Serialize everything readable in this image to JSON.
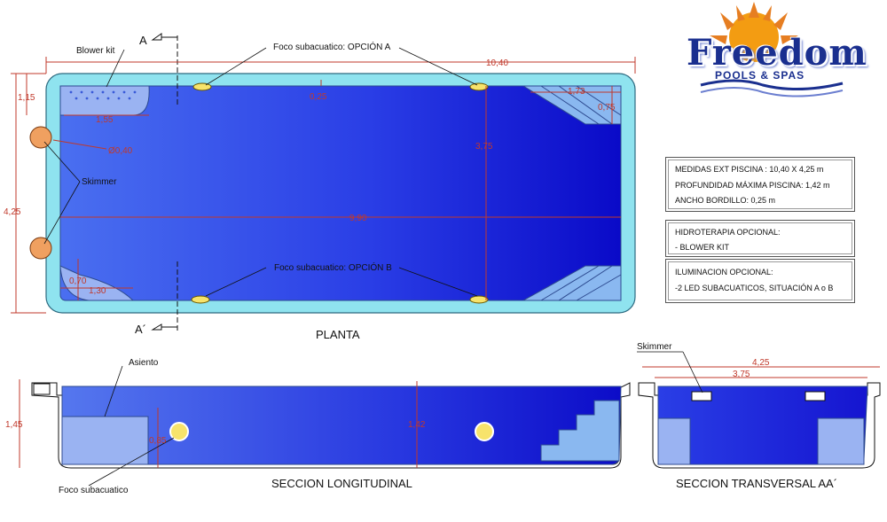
{
  "brand": {
    "name": "Freedom",
    "tagline": "POOLS & SPAS",
    "colors": {
      "sun": "#f39c12",
      "blue": "#1a2f8f"
    }
  },
  "plan": {
    "title": "PLANTA",
    "section_marks": {
      "top": "A",
      "bottom": "A´"
    },
    "labels": {
      "blower_kit": "Blower kit",
      "foco_a": "Foco subacuatico: OPCIÓN A",
      "foco_b": "Foco subacuatico: OPCIÓN B",
      "skimmer": "Skimmer",
      "diameter": "Ø0,40"
    },
    "dims": {
      "total_length": "10,40",
      "inner_length": "9,90",
      "total_width": "4,25",
      "inner_width": "3,75",
      "top_left_offset": "1,15",
      "blower_width": "1,55",
      "edge": "0,25",
      "step_length": "1,73",
      "step_width": "0,75",
      "corner_a": "0,70",
      "corner_b": "1,30"
    }
  },
  "info": {
    "box1": [
      "MEDIDAS EXT PISCINA : 10,40 X 4,25 m",
      "PROFUNDIDAD MÁXIMA PISCINA: 1,42 m",
      "ANCHO BORDILLO: 0,25 m"
    ],
    "box2": [
      "HIDROTERAPIA OPCIONAL:",
      "- BLOWER KIT"
    ],
    "box3": [
      "ILUMINACION OPCIONAL:",
      "-2 LED SUBACUATICOS, SITUACIÓN A o B"
    ]
  },
  "long_section": {
    "title": "SECCION LONGITUDINAL",
    "labels": {
      "asiento": "Asiento",
      "foco": "Foco subacuatico"
    },
    "dims": {
      "height": "1,45",
      "light_height": "0,85",
      "depth": "1,42"
    }
  },
  "cross_section": {
    "title": "SECCION TRANSVERSAL AA´",
    "labels": {
      "skimmer": "Skimmer"
    },
    "dims": {
      "outer": "4,25",
      "inner": "3,75"
    }
  },
  "colors": {
    "water_dark": "#1a1ae0",
    "water_light": "#5b6df0",
    "deck": "#8fe3ef",
    "step": "#8ab8f0",
    "dim": "#c0392b",
    "light": "#f7e36b"
  }
}
